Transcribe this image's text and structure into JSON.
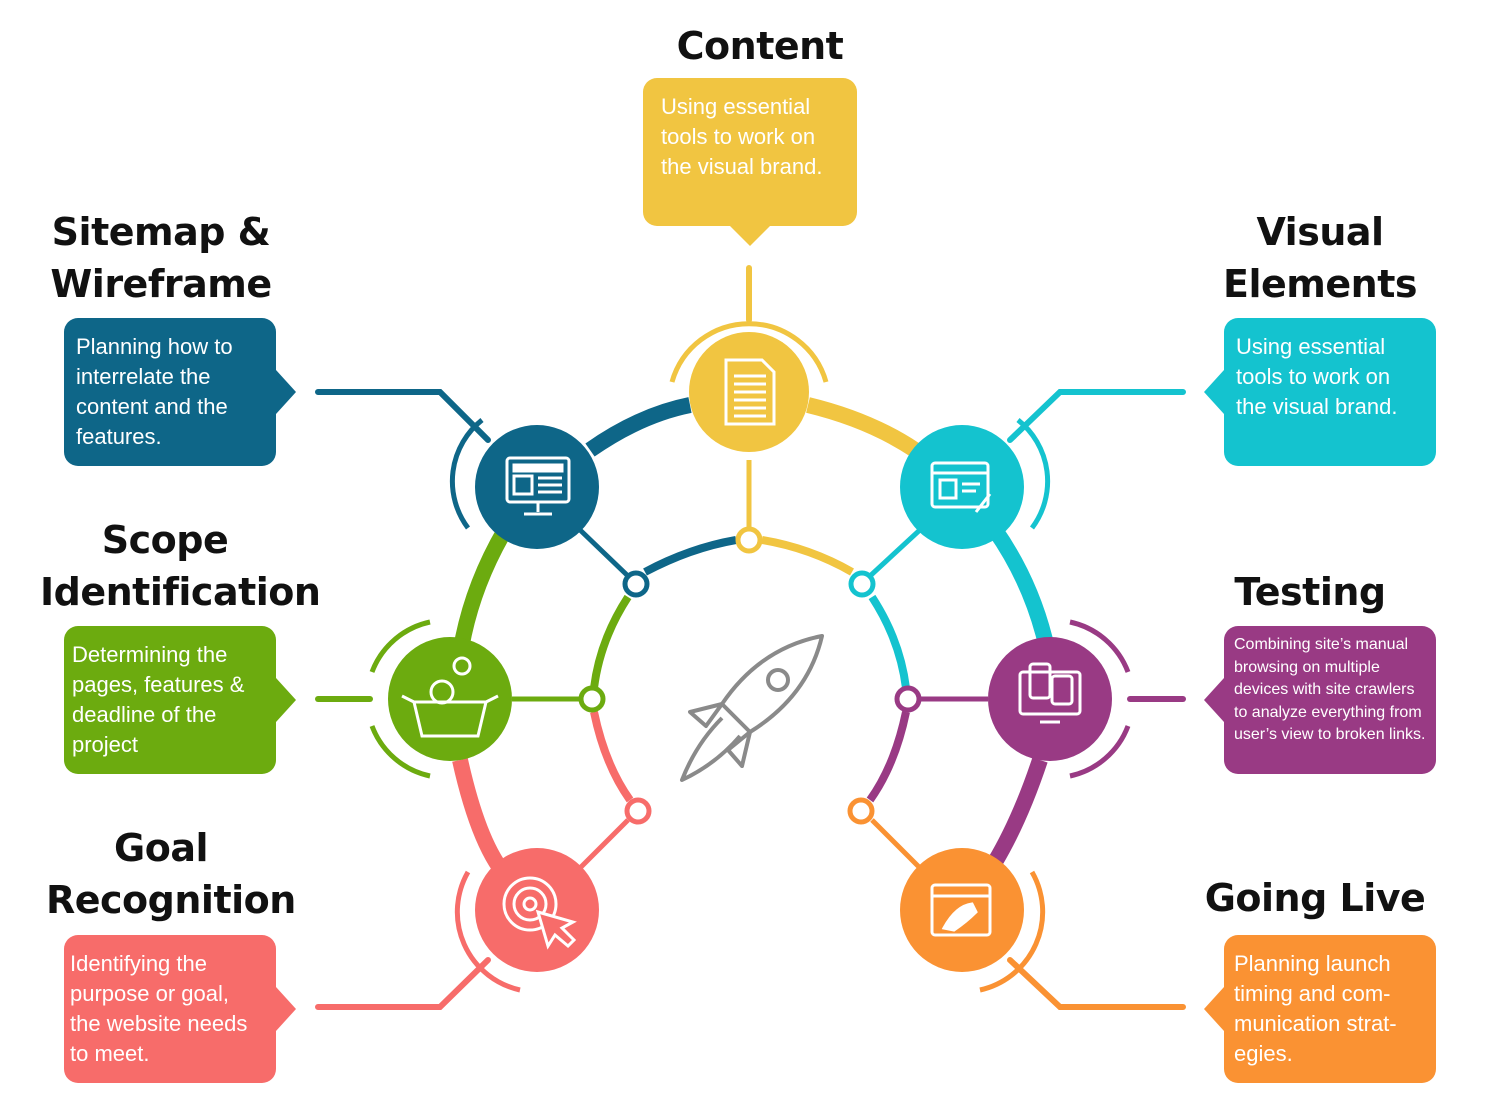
{
  "colors": {
    "sitemap": "#0e6688",
    "content": "#f1c541",
    "visual": "#14c3cf",
    "scope": "#6cab0f",
    "testing": "#993a84",
    "goal": "#f76c6a",
    "live": "#fa9233",
    "rocket": "#8a8a8a"
  },
  "steps": {
    "content_creation": {
      "title": "Content Creation",
      "text": "Using essential tools to work on the visual brand.",
      "icon": "document-icon"
    },
    "sitemap": {
      "title_line1": "Sitemap &",
      "title_line2": "Wireframe",
      "text": "Planning how to interrelate the content and the features.",
      "icon": "monitor-layout-icon"
    },
    "visual": {
      "title_line1": "Visual",
      "title_line2": "Elements",
      "text": "Using essential tools to work on the visual brand.",
      "icon": "browser-brush-icon"
    },
    "scope": {
      "title_line1": "Scope",
      "title_line2": "Identification",
      "text": "Determining the pages, features & deadline of the project",
      "icon": "gears-pot-icon"
    },
    "testing": {
      "title": "Testing",
      "text": "Combining site’s manual browsing on multiple devices with site crawlers to analyze everything from user’s view to broken links.",
      "icon": "devices-icon"
    },
    "goal": {
      "title_line1": "Goal",
      "title_line2": "Recognition",
      "text": "Identifying the purpose or goal, the website needs to meet.",
      "icon": "target-cursor-icon"
    },
    "live": {
      "title": "Going Live",
      "text": "Planning launch timing and com-munication strat-egies.",
      "icon": "browser-launch-icon"
    }
  },
  "center_icon": "rocket-icon"
}
